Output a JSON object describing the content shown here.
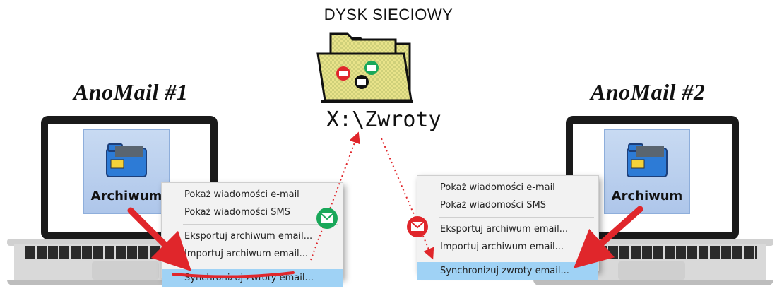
{
  "title": "DYSK SIECIOWY",
  "network_path": "X:\\Zwroty",
  "left": {
    "brand": "AnoMail #1",
    "tile_label": "Archiwum",
    "menu": {
      "items": [
        "Pokaż wiadomości e-mail",
        "Pokaż wiadomości SMS",
        "Eksportuj archiwum email...",
        "Importuj archiwum email..."
      ],
      "selected": "Synchronizuj zwroty email..."
    }
  },
  "right": {
    "brand": "AnoMail #2",
    "tile_label": "Archiwum",
    "menu": {
      "items": [
        "Pokaż wiadomości e-mail",
        "Pokaż wiadomości SMS",
        "Eksportuj archiwum email...",
        "Importuj archiwum email..."
      ],
      "selected": "Synchronizuj zwroty email..."
    }
  },
  "icons": {
    "folder": "network-folder-icon",
    "archive": "archive-folder-icon",
    "envelope": "envelope-icon"
  },
  "colors": {
    "arrow_red": "#e0262b",
    "badge_green": "#1aa85a",
    "badge_red": "#e0262b",
    "selected_row": "#9fd2f5"
  }
}
